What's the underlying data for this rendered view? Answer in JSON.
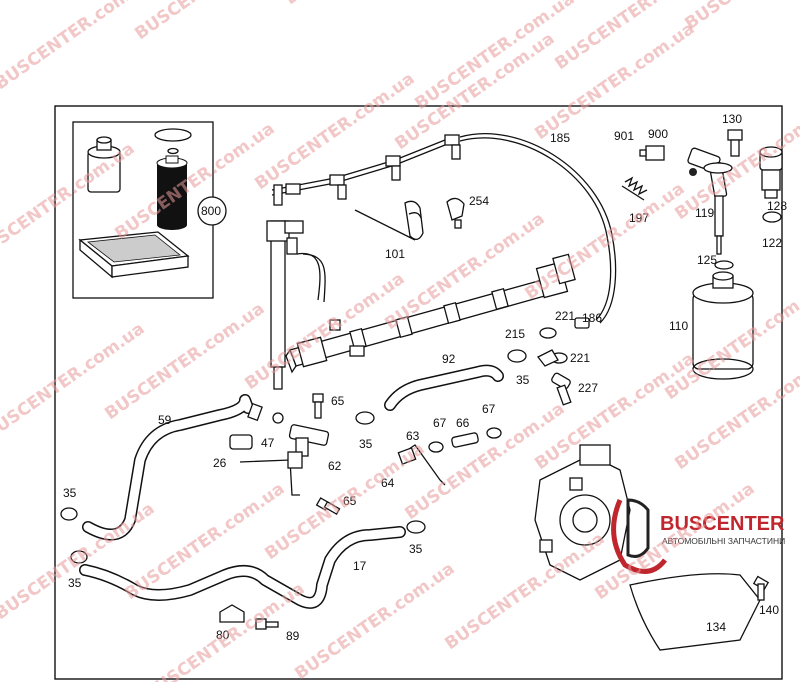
{
  "watermark": {
    "text": "BUSCENTER.com.ua"
  },
  "brand": {
    "name": "BUSCENTER",
    "tagline": "АВТОМОБІЛЬНІ ЗАПЧАСТИНИ",
    "logo_color": "#c0262d"
  },
  "labels": {
    "l800": "800",
    "l185": "185",
    "l901": "901",
    "l900": "900",
    "l130": "130",
    "l128": "128",
    "l197": "197",
    "l119": "119",
    "l122": "122",
    "l125": "125",
    "l110": "110",
    "l254": "254",
    "l101": "101",
    "l221a": "221",
    "l186": "186",
    "l215": "215",
    "l221b": "221",
    "l92": "92",
    "l35a": "35",
    "l227": "227",
    "l59": "59",
    "l65a": "65",
    "l47": "47",
    "l35b": "35",
    "l67a": "67",
    "l66": "66",
    "l67b": "67",
    "l63": "63",
    "l26": "26",
    "l62": "62",
    "l64": "64",
    "l35c": "35",
    "l65b": "65",
    "l35d": "35",
    "l17": "17",
    "l35e": "35",
    "l80": "80",
    "l89": "89",
    "l134": "134",
    "l140": "140"
  }
}
